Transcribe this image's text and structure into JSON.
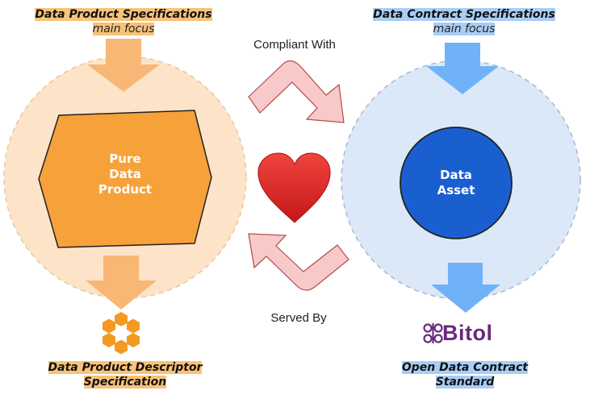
{
  "left": {
    "title": "Data Product Specifications",
    "subtitle": "main focus",
    "center_label_lines": [
      "Pure",
      "Data",
      "Product"
    ],
    "bottom_label_lines": [
      "Data Product Descriptor",
      "Specification"
    ],
    "color_fill": "#f7a13a",
    "color_circle": "#fde4c8"
  },
  "right": {
    "title": "Data Contract Specifications",
    "subtitle": "main focus",
    "center_label_lines": [
      "Data",
      "Asset"
    ],
    "bottom_label_lines": [
      "Open Data Contract",
      "Standard"
    ],
    "logo_text": "Bitol",
    "color_fill": "#1a5fd0",
    "color_circle": "#dbe8f8"
  },
  "middle": {
    "top_label": "Compliant With",
    "bottom_label": "Served By",
    "arrow_color": "#f8c9c9",
    "heart_color": "#e0282a"
  }
}
